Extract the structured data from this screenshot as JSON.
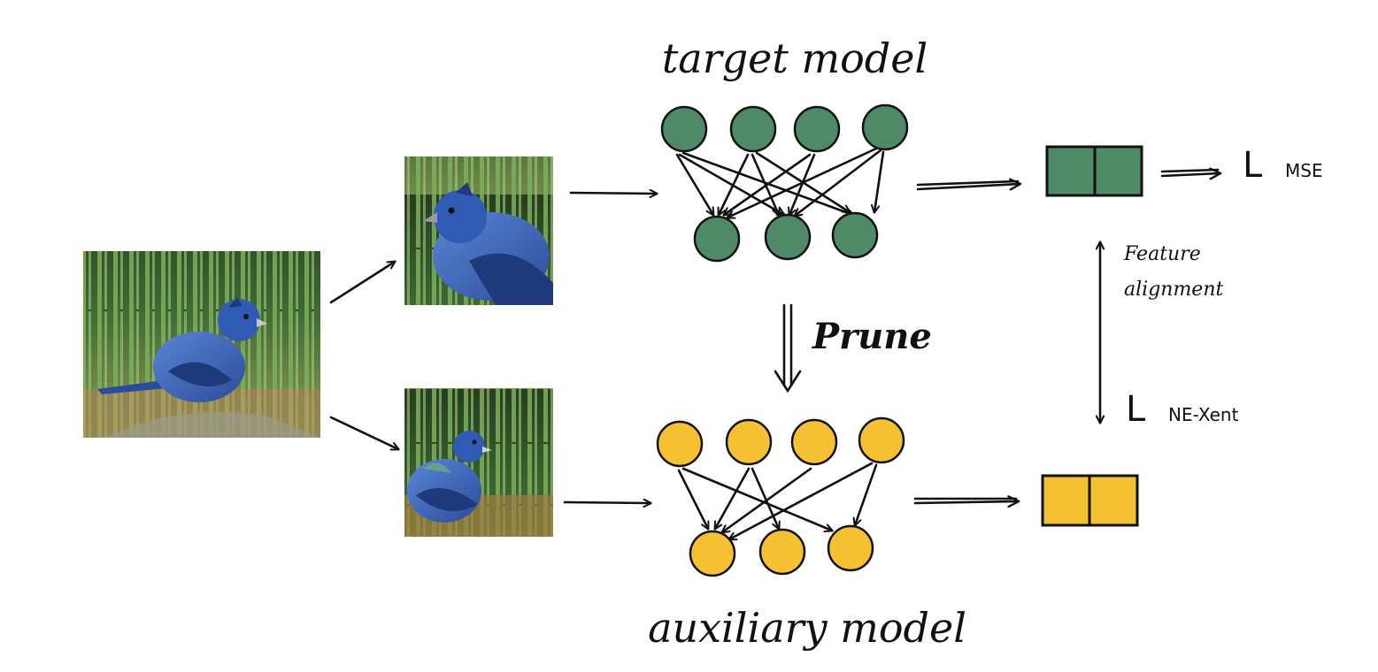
{
  "labels": {
    "target_model": "target model",
    "auxiliary_model": "auxiliary model",
    "prune": "Prune",
    "feature_alignment_line1": "Feature",
    "feature_alignment_line2": "alignment",
    "loss_mse_symbol": "L",
    "loss_mse_sub": "MSE",
    "loss_nexent_symbol": "L",
    "loss_nexent_sub": "NE-Xent"
  },
  "colors": {
    "target": "#4e8a68",
    "auxiliary": "#f5c132",
    "ink": "#111111",
    "bamboo_dark": "#2f5a2a",
    "bamboo_light": "#8fb86a",
    "bird_blue": "#3f6fc4",
    "bird_dark": "#1f3a7a"
  },
  "icons": {
    "source_image": "bird-photo",
    "view_1": "bird-photo-crop",
    "view_2": "bird-photo-augmented"
  }
}
